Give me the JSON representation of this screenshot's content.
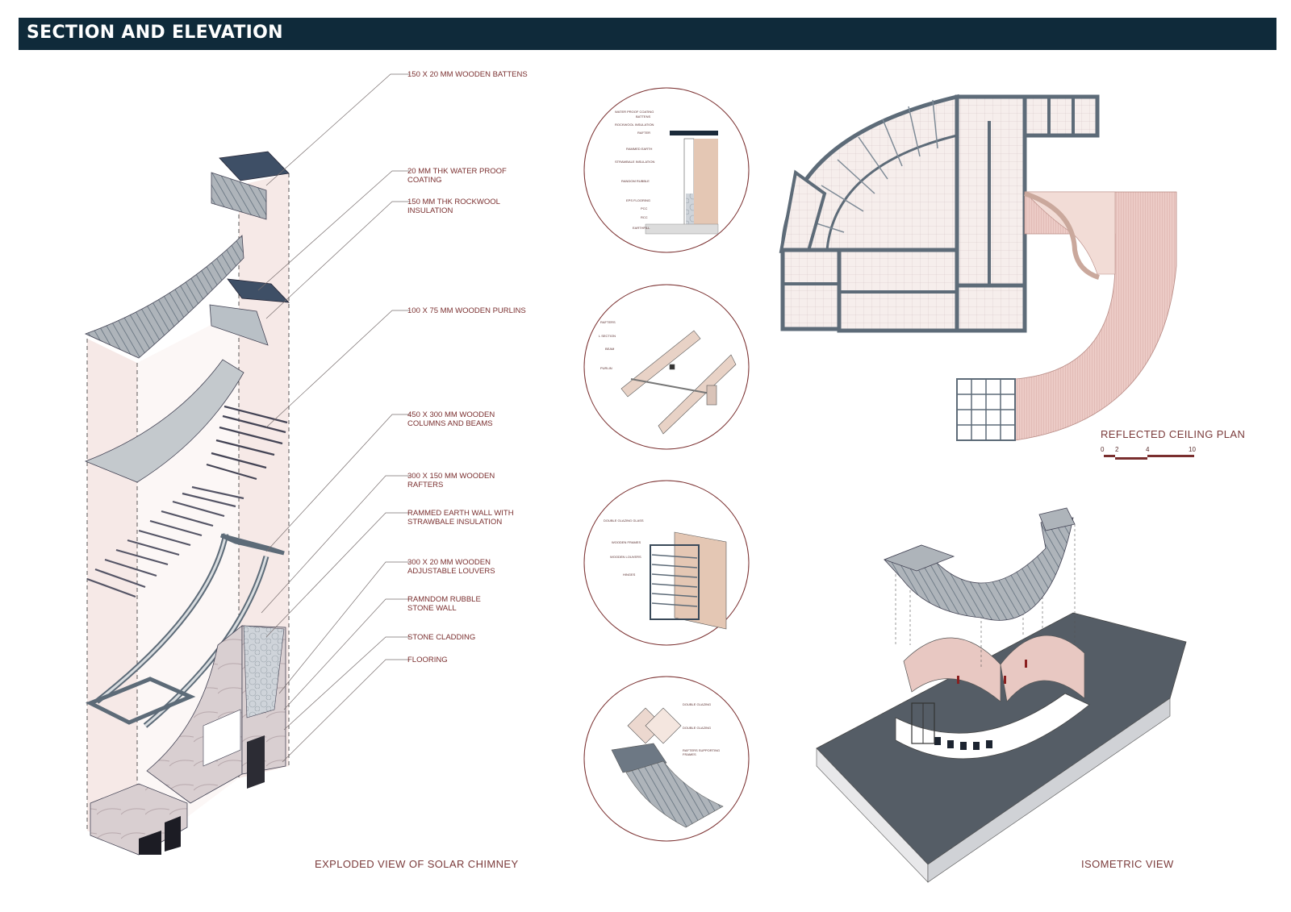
{
  "header": {
    "title": "SECTION AND ELEVATION"
  },
  "exploded_layers": [
    {
      "label": "150 X 20 MM WOODEN BATTENS"
    },
    {
      "label": "20 MM THK WATER PROOF\n COATING"
    },
    {
      "label": "150 MM THK ROCKWOOL\n INSULATION"
    },
    {
      "label": "100 X 75 MM WOODEN PURLINS"
    },
    {
      "label": "450 X 300 MM WOODEN\nCOLUMNS AND BEAMS"
    },
    {
      "label": "300 X 150 MM WOODEN\nRAFTERS"
    },
    {
      "label": "RAMMED EARTH WALL WITH\nSTRAWBALE INSULATION"
    },
    {
      "label": "300 X 20 MM WOODEN\nADJUSTABLE LOUVERS"
    },
    {
      "label": "RAMNDOM RUBBLE\nSTONE WALL"
    },
    {
      "label": "STONE CLADDING"
    },
    {
      "label": "FLOORING"
    }
  ],
  "captions": {
    "exploded": "EXPLODED VIEW OF SOLAR CHIMNEY",
    "isometric": "ISOMETRIC VIEW",
    "ceiling_plan": "REFLECTED CEILING PLAN"
  },
  "scale_bar": {
    "ticks": [
      "0",
      "2",
      "4",
      "10"
    ]
  },
  "details": [
    {
      "labels": [
        "WATER PROOF COATING",
        "BATTENS",
        "ROCKWOOL INSULATION",
        "RAFTER",
        "RAMMED EARTH",
        "STRAWBALE INSULATION",
        "RANDOM RUBBLE",
        "EPS FLOORING",
        "PCC",
        "RCC",
        "EARTHFILL"
      ]
    },
    {
      "labels": [
        "RAFTERS",
        "L SECTION",
        "BEAM",
        "PURLIN"
      ]
    },
    {
      "labels": [
        "DOUBLE GLAZING GLASS",
        "WOODEN FRAMES",
        "WOODEN LOUVERS",
        "HINGES"
      ]
    },
    {
      "labels": [
        "DOUBLE GLAZING",
        "DOUBLE GLAZING",
        "RAFTERS SUPPORTING\nFRAMES"
      ]
    }
  ],
  "colors": {
    "header_bg": "#0f2a3a",
    "label_text": "#7a2f2f",
    "slate": "#5d6b78",
    "pink": "#e4c2bd",
    "leader": "#8a7a7a"
  }
}
